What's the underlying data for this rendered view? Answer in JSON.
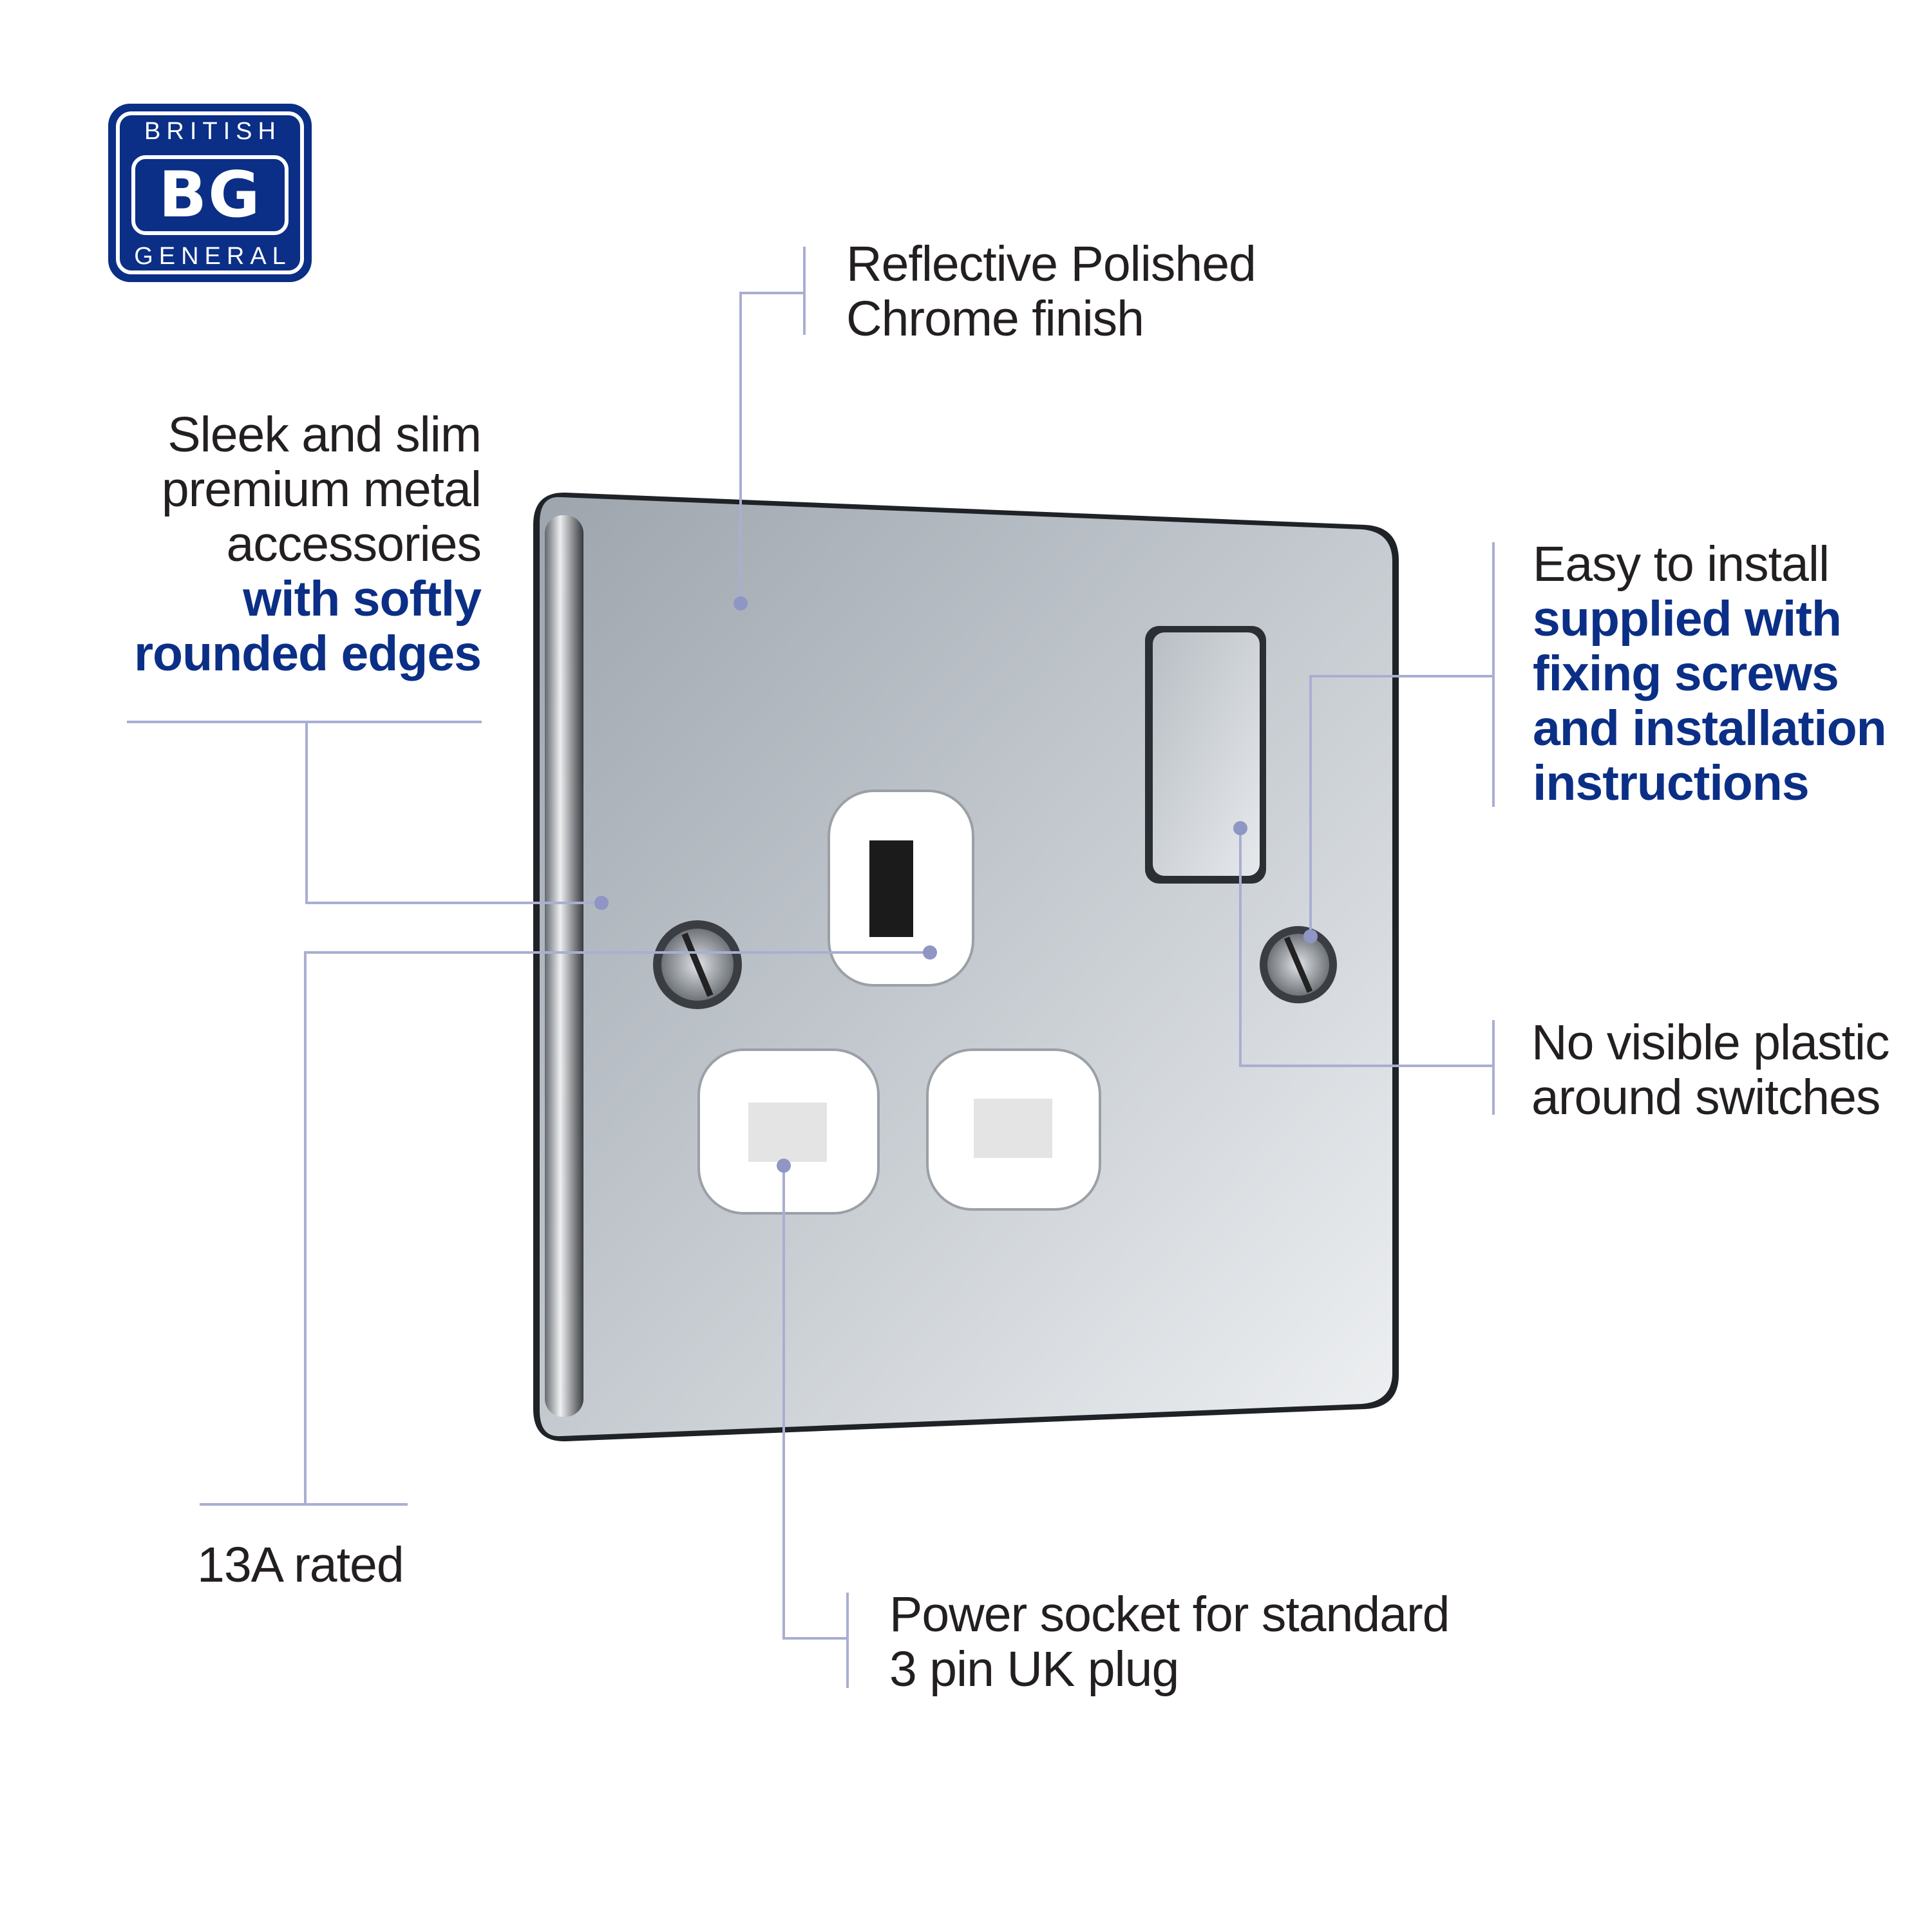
{
  "brand": {
    "line1": "BRITISH",
    "mark": "BG",
    "line2": "GENERAL",
    "color": "#0b2f86"
  },
  "callouts": {
    "finish": {
      "lines": [
        "Reflective Polished",
        "Chrome finish"
      ]
    },
    "design": {
      "lines": [
        "Sleek and slim",
        "premium metal",
        "accessories"
      ],
      "highlight": [
        "with softly",
        "rounded edges"
      ]
    },
    "install": {
      "lines": [
        "Easy to install"
      ],
      "highlight": [
        "supplied with",
        "fixing screws",
        "and installation",
        "instructions"
      ]
    },
    "switch": {
      "lines": [
        "No visible plastic",
        "around switches"
      ]
    },
    "rating": {
      "lines": [
        "13A rated"
      ]
    },
    "socket": {
      "lines": [
        "Power socket for standard",
        "3 pin UK plug"
      ]
    }
  },
  "colors": {
    "leader": "#a9aed2",
    "text": "#231f20",
    "accent": "#0b2f86"
  }
}
